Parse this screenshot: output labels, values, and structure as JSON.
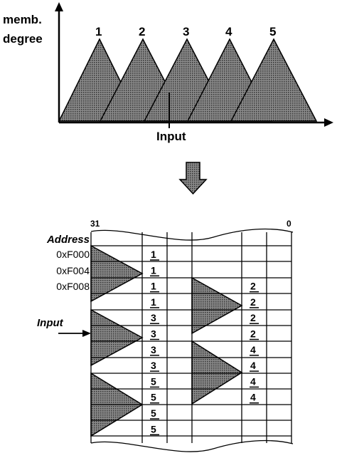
{
  "top_chart": {
    "y_axis_label_line1": "memb.",
    "y_axis_label_line2": "degree",
    "x_axis_label": "Input",
    "sets": [
      "1",
      "2",
      "3",
      "4",
      "5"
    ]
  },
  "memory_table": {
    "bit_high": "31",
    "bit_low": "0",
    "address_header": "Address",
    "addresses": [
      "0xF000",
      "0xF004",
      "0xF008"
    ],
    "input_label": "Input",
    "column_a": [
      "1",
      "1",
      "1",
      "1",
      "3",
      "3",
      "3",
      "3",
      "5",
      "5",
      "5",
      "5"
    ],
    "column_b": [
      "",
      "",
      "2",
      "2",
      "2",
      "2",
      "4",
      "4",
      "4",
      "4",
      "",
      ""
    ]
  },
  "colors": {
    "fill_dark": "#5e5e5e",
    "line": "#000000"
  }
}
